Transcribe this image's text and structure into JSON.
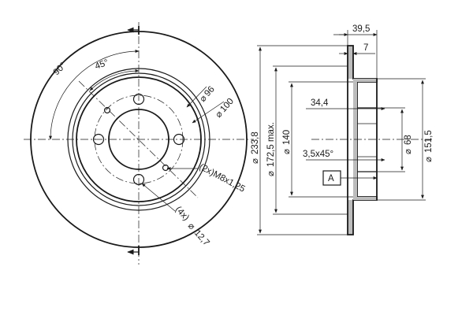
{
  "labels": {
    "angle_90": "90°",
    "angle_45": "45°",
    "dia_96": "96",
    "dia_100": "100",
    "bolt_thread": "(2x)M8x1,25",
    "hole_count": "(4x)",
    "hole_dia": "12,7",
    "overall_width": "39,5",
    "disc_thickness": "7",
    "hat_depth": "34,4",
    "chamfer": "3,5x45°",
    "dia_233_8": "233,8",
    "dia_172_5": "172,5 max.",
    "dia_140": "140",
    "dia_68": "68",
    "dia_151_5": "151,5",
    "datum": "A"
  },
  "symbols": {
    "diameter": "⌀"
  },
  "colors": {
    "line": "#1a1a1a",
    "section_fill": "#bdbdbd",
    "background": "#ffffff"
  }
}
